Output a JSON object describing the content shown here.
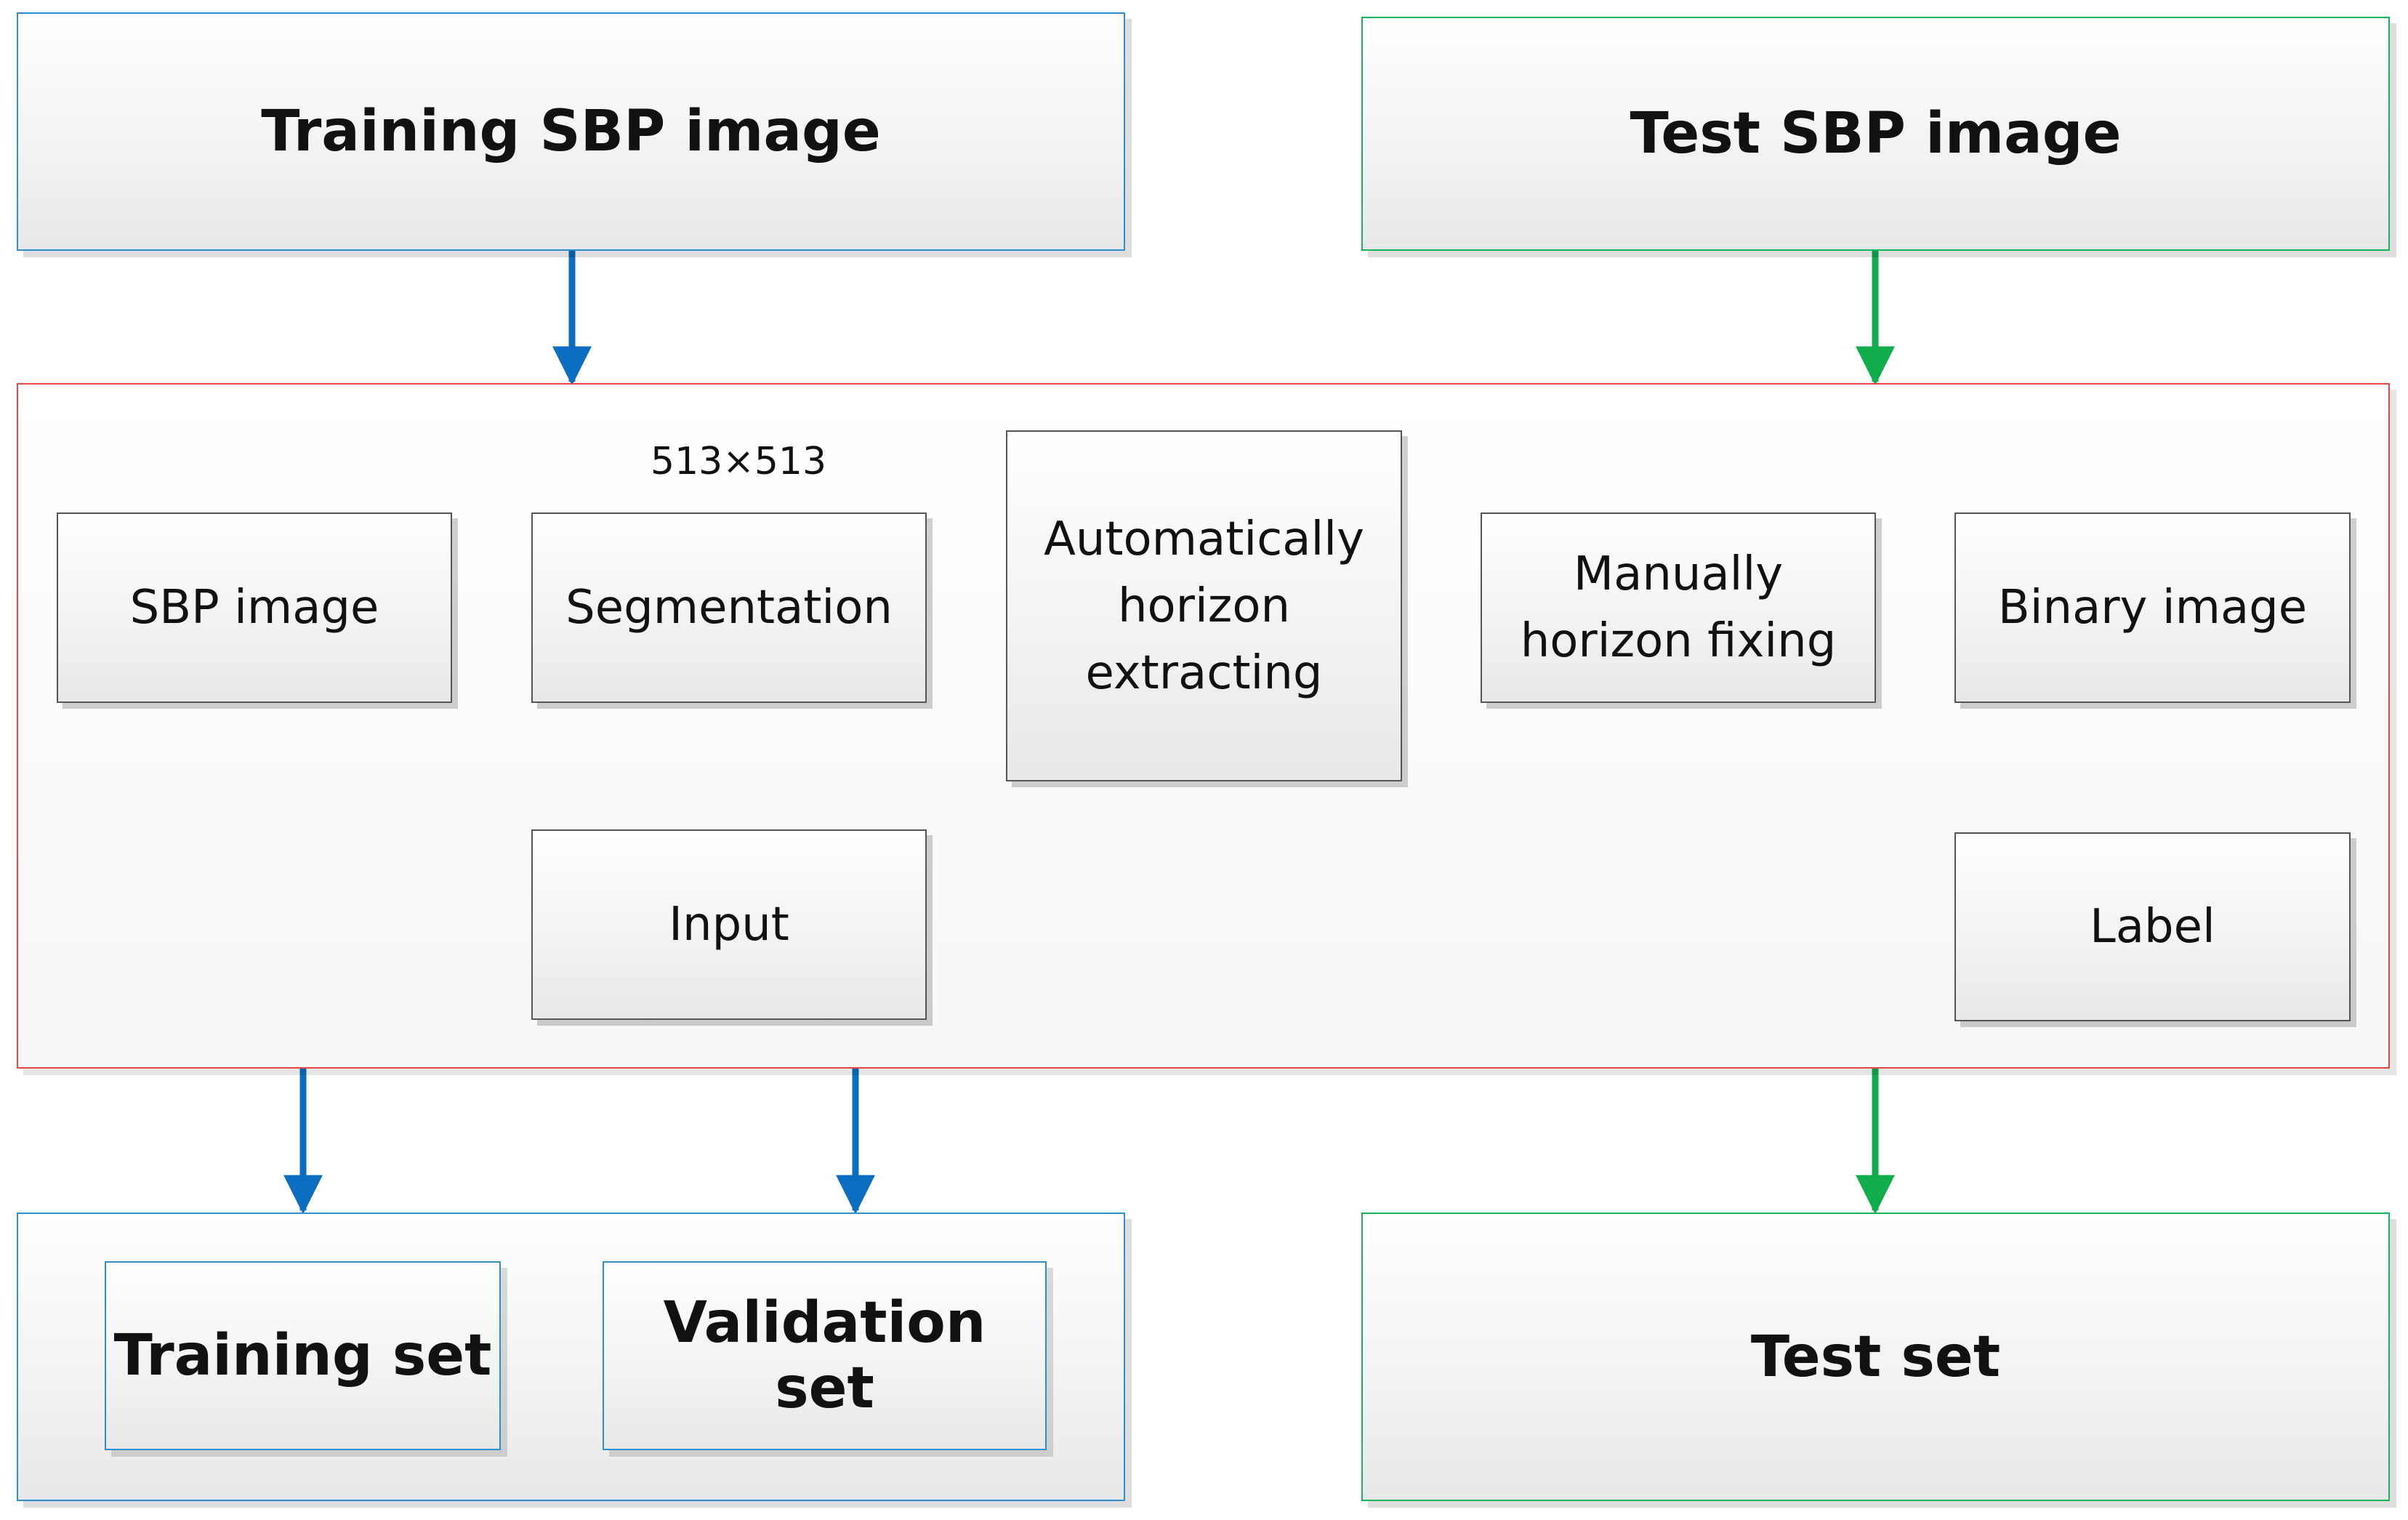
{
  "top": {
    "training_sbp": "Training SBP image",
    "test_sbp": "Test SBP image"
  },
  "process": {
    "sbp_image": "SBP image",
    "size_label": "513×513",
    "segmentation": "Segmentation",
    "auto_horizon": "Automatically horizon extracting",
    "manual_fix": "Manually horizon fixing",
    "binary_image": "Binary image",
    "input": "Input",
    "label": "Label"
  },
  "bottom": {
    "training_set": "Training set",
    "validation_set": "Validation set",
    "test_set": "Test set"
  },
  "colors": {
    "training_path": "#0b6dbf",
    "test_path": "#11ad4c",
    "process_border": "#e84545",
    "process_arrow": "#3a3a3a"
  }
}
